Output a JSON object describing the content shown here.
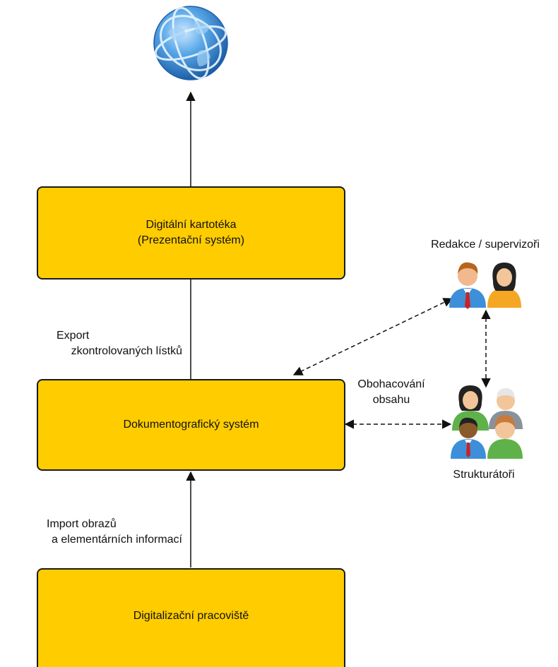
{
  "nodes": {
    "kartoteka": {
      "line1": "Digitální kartotéka",
      "line2": "(Prezentační systém)"
    },
    "dokumentograficky": {
      "label": "Dokumentografický systém"
    },
    "digitalizacni": {
      "label": "Digitalizační pracoviště"
    }
  },
  "groups": {
    "redakce": {
      "label": "Redakce / supervizoři"
    },
    "strukturatori": {
      "label": "Strukturátoři"
    }
  },
  "edges": {
    "export": {
      "line1": "Export",
      "line2": "zkontrolovaných lístků"
    },
    "import": {
      "line1": "Import obrazů",
      "line2": "a elementárních informací"
    },
    "obohacovani": {
      "line1": "Obohacování",
      "line2": "obsahu"
    }
  },
  "icons": {
    "globe": "globe-icon",
    "people": [
      "male-user-icon",
      "female-user-icon",
      "female-user-icon",
      "elderly-user-icon",
      "dark-skinned-user-icon",
      "female-user-icon"
    ]
  },
  "colors": {
    "box_fill": "#ffcc00",
    "box_border": "#1a1a1a",
    "arrow": "#111111",
    "globe": "#3a8fd6"
  }
}
